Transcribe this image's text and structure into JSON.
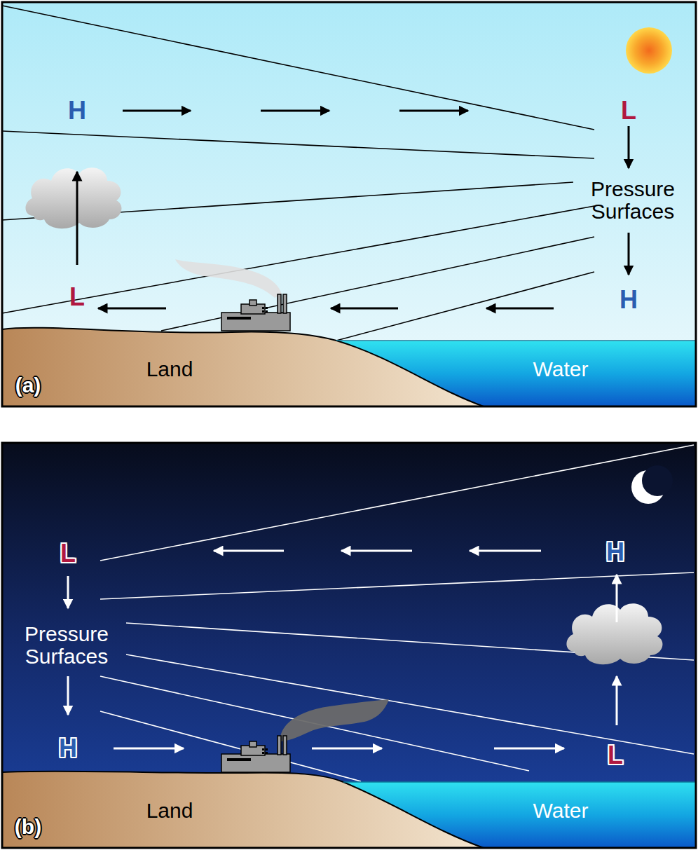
{
  "diagram": {
    "labels": [
      "H",
      "L",
      "Pressure Surfaces",
      "L",
      "H",
      "Land",
      "Water",
      "(a)",
      "L",
      "H",
      "Pressure Surfaces",
      "H",
      "L",
      "Land",
      "Water",
      "(b)"
    ]
  }
}
